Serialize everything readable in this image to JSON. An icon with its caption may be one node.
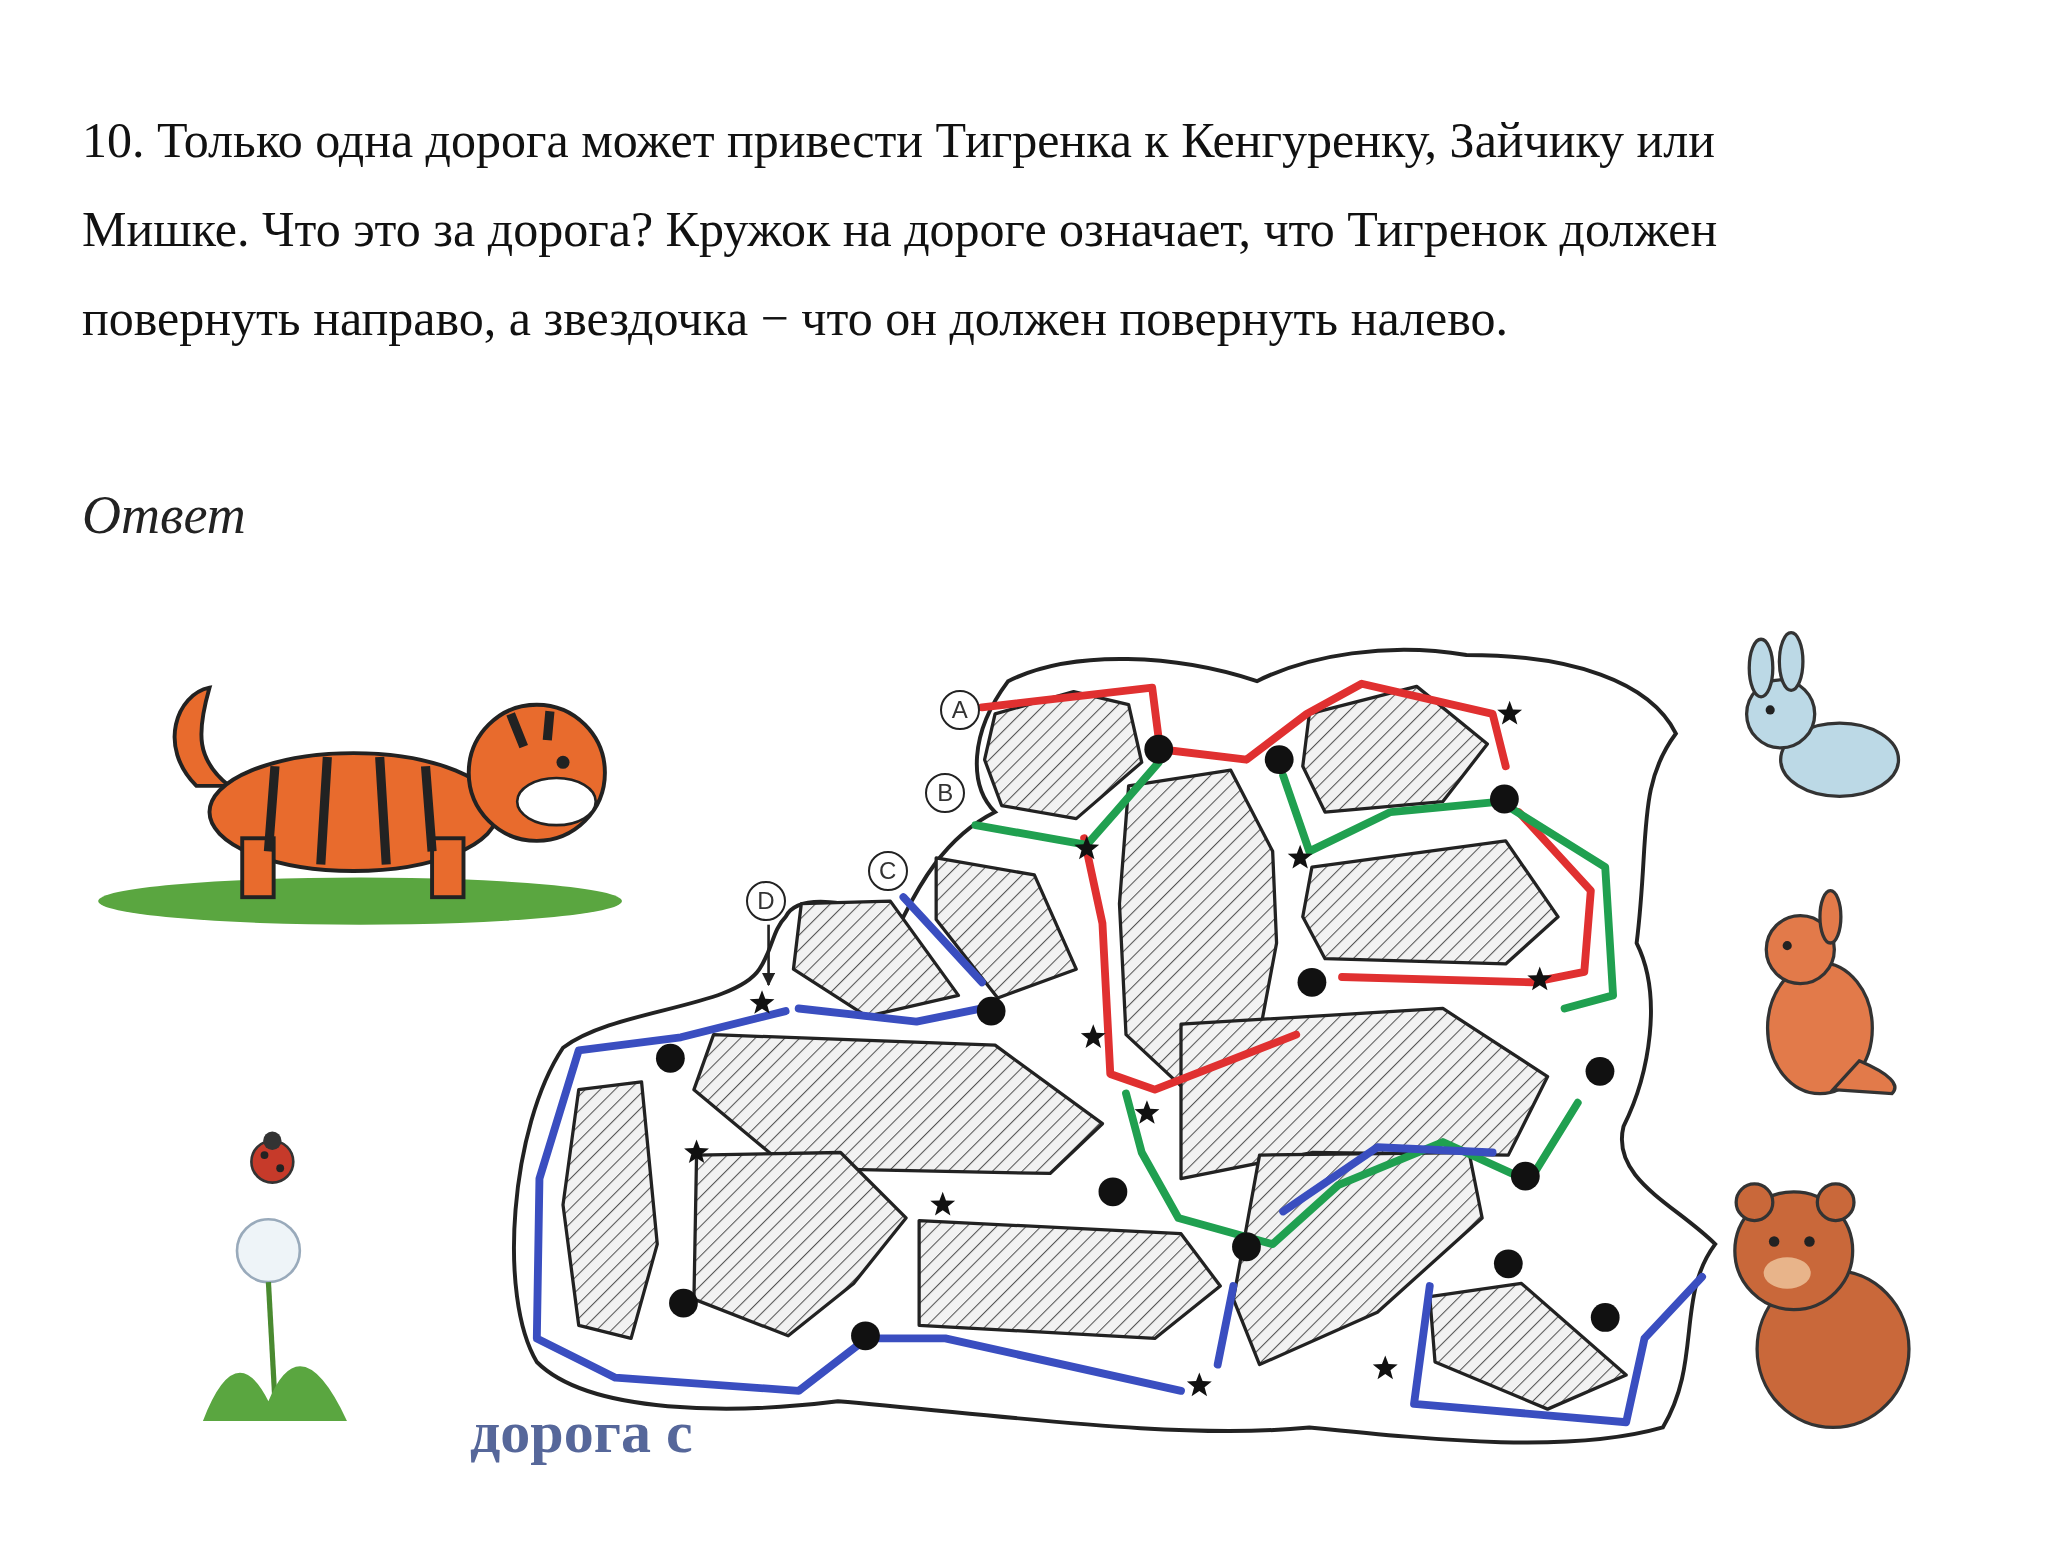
{
  "diagram": {
    "nodes": [
      {
        "text": [
          "A"
        ]
      },
      {
        "text": [
          "B"
        ]
      },
      {
        "text": [
          "C"
        ]
      },
      {
        "text": [
          "D"
        ]
      }
    ],
    "labels": [
      "10. Только одна дорога может привести Тигренка к Кенгуренку, Зайчику или Мишке. Что это за дорога? Кружок на дороге означает, что Тигренок должен повернуть направо, а звездочка − что он должен повернуть налево.",
      "Ответ",
      "дорога с"
    ]
  }
}
